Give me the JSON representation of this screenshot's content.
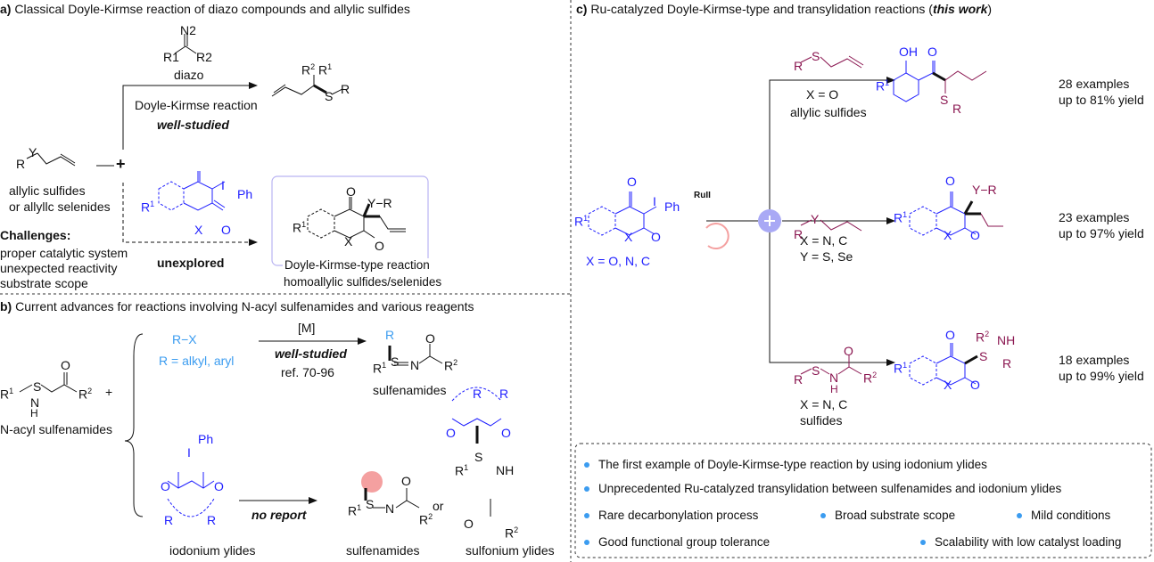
{
  "panel_a": {
    "label": "a)",
    "title": "Classical Doyle-Kirmse reaction of diazo compounds and allylic sulfides",
    "diazo_N2": "N2",
    "diazo_R1": "R1",
    "diazo_R2": "R2",
    "diazo_label": "diazo",
    "reaction_name": "Doyle-Kirmse reaction",
    "well_studied": "well-studied",
    "substrate_label_1": "allylic sulfides",
    "substrate_label_2": "or allyllc selenides",
    "challenges_title": "Challenges:",
    "challenges": [
      "proper catalytic system",
      "unexpected reactivity",
      "substrate scope"
    ],
    "unexplored": "unexplored",
    "box_title": "Doyle-Kirmse-type reaction",
    "box_subtitle": "homoallylic sulfides/selenides"
  },
  "panel_b": {
    "label": "b)",
    "title": "Current advances for reactions involving N-acyl sulfenamides and various reagents",
    "reagent_1": "R−X",
    "reagent_1_note": "R = alkyl, aryl",
    "condition_1": "[M]",
    "well_studied": "well-studied",
    "refs": "ref. 70-96",
    "product_1": "sulfenamides",
    "start_label": "N-acyl sulfenamides",
    "reagent_2": "iodonium ylides",
    "no_report": "no report",
    "product_2": "sulfenamides",
    "or": "or",
    "product_3": "sulfonium ylides"
  },
  "panel_c": {
    "label": "c)",
    "title": "Ru-catalyzed Doyle-Kirmse-type and transylidation reactions (",
    "title_emph": "this work",
    "title_end": ")",
    "catalyst": "RuII",
    "start_x": "X = O, N, C",
    "routes": [
      {
        "cond_1": "X = O",
        "cond_2": "allylic sulfides",
        "examples": "28 examples",
        "yield": "up to 81% yield"
      },
      {
        "cond_1": "X = N, C",
        "cond_2": "Y = S, Se",
        "examples": "23 examples",
        "yield": "up to 97% yield"
      },
      {
        "cond_1": "X = N, C",
        "cond_2": "sulfides",
        "examples": "18 examples",
        "yield": "up to 99% yield"
      }
    ],
    "highlights": [
      "The first example of Doyle-Kirmse-type reaction by using iodonium ylides",
      "Unprecedented Ru-catalyzed transylidation between  sulfenamides and  iodonium ylides",
      "Rare decarbonylation process",
      "Broad substrate scope",
      "Mild conditions",
      "Good functional group tolerance",
      "Scalability with low catalyst loading"
    ]
  },
  "colors": {
    "ylide": "#1f1fff",
    "reagent": "#8a1650",
    "accent": "#3b9cf0",
    "box": "#b9b3f2",
    "catalyst": "#f4a0a0",
    "plus_circle": "#a9a9f5"
  }
}
